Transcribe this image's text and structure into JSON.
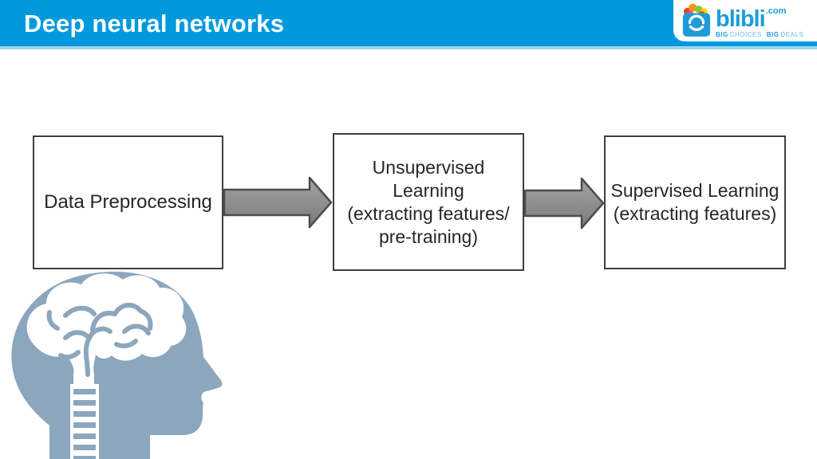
{
  "header": {
    "title": "Deep neural networks"
  },
  "logo": {
    "brand": "blibli",
    "tld": ".com",
    "tagline": [
      {
        "bold": "BIG",
        "text": "CHOICES"
      },
      {
        "bold": "BIG",
        "text": "DEALS"
      }
    ]
  },
  "diagram": {
    "nodes": [
      {
        "label": "Data Preprocessing",
        "lines": [
          "Data Preprocessing"
        ]
      },
      {
        "label": "Unsupervised Learning (extracting features/ pre-training)",
        "lines": [
          "Unsupervised",
          "Learning",
          "(extracting features/",
          "pre-training)"
        ]
      },
      {
        "label": "Supervised Learning (extracting features)",
        "lines": [
          "Supervised Learning",
          "(extracting features)"
        ]
      }
    ],
    "arrows": [
      {
        "from": "Data Preprocessing",
        "to": "Unsupervised Learning"
      },
      {
        "from": "Unsupervised Learning",
        "to": "Supervised Learning"
      }
    ]
  },
  "icons": {
    "bottom_left": "brain-head-icon",
    "logo_mark": "shopping-bag-icon"
  },
  "colors": {
    "header_bg": "#0099DC",
    "header_strip": "#9FD6EF",
    "logo_blue": "#1E9CD9",
    "box_border": "#3F3F3F",
    "box_text": "#262626",
    "arrow_fill_top": "#A2A2A2",
    "arrow_fill_bottom": "#7C7C7C",
    "arrow_stroke": "#4D4D4D",
    "brain_silhouette": "#8CA7BD",
    "slide_bg": "#FFFFFF"
  }
}
